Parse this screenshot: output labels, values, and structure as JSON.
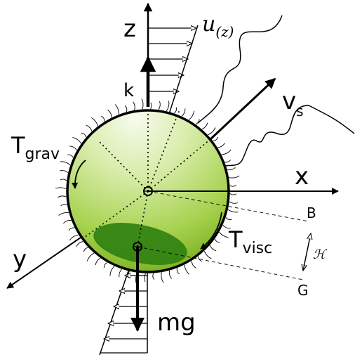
{
  "labels": {
    "z_axis": "z",
    "x_axis": "x",
    "y_axis": "y",
    "u_main": "u",
    "u_sub": "(z)",
    "k": "k",
    "v_main": "v",
    "v_sub": "s",
    "tgrav_main": "T",
    "tgrav_sub": "grav",
    "tvisc_main": "T",
    "tvisc_sub": "visc",
    "B": "B",
    "G": "G",
    "H": "ℋ",
    "mg": "mg"
  },
  "colors": {
    "sphere_light": "#eef7d8",
    "sphere_mid": "#b8db6a",
    "sphere_dark": "#7fb426",
    "blob": "#2e7d0e",
    "ink": "#000000"
  }
}
